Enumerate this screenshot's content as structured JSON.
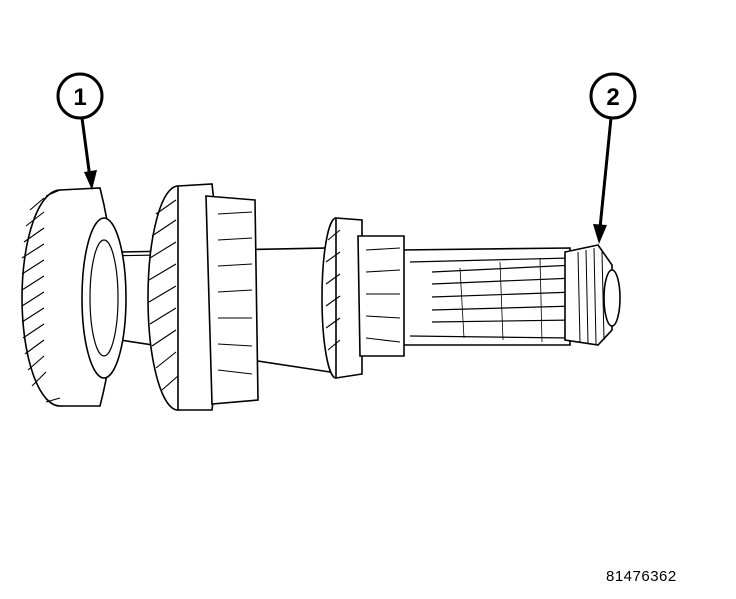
{
  "callouts": [
    {
      "label": "1"
    },
    {
      "label": "2"
    }
  ],
  "figure_id": "81476362",
  "colors": {
    "ink": "#000000",
    "background": "#ffffff"
  }
}
